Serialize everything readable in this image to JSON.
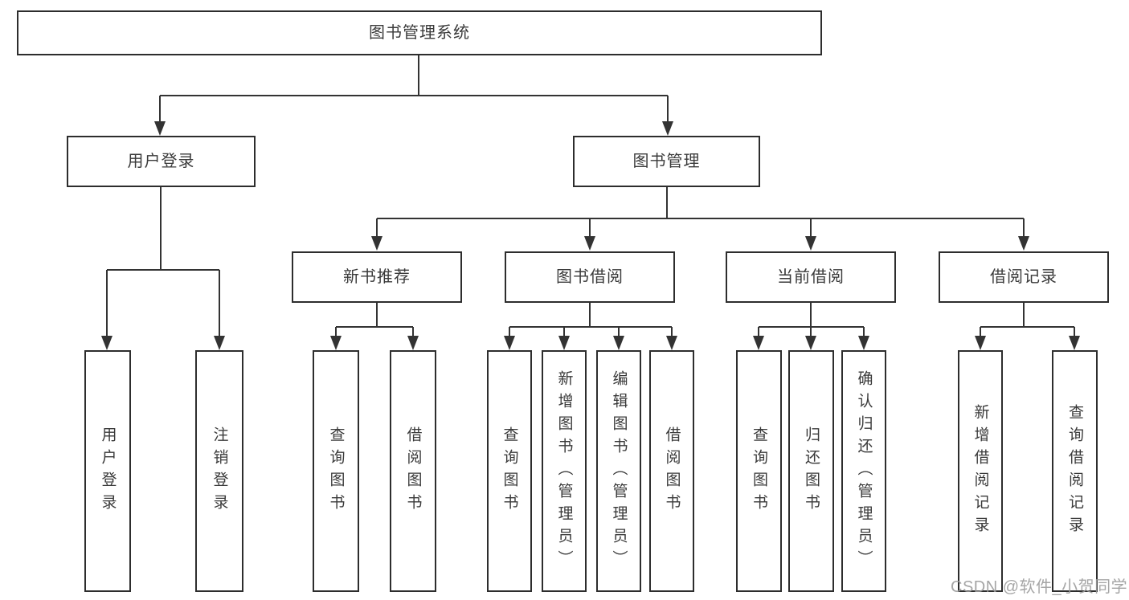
{
  "diagram": {
    "root": {
      "label": "图书管理系统"
    },
    "level2": [
      {
        "id": "user-login",
        "label": "用户登录"
      },
      {
        "id": "book-management",
        "label": "图书管理"
      }
    ],
    "level3": [
      {
        "id": "new-book-recommend",
        "parent": "book-management",
        "label": "新书推荐"
      },
      {
        "id": "book-borrow",
        "parent": "book-management",
        "label": "图书借阅"
      },
      {
        "id": "current-borrow",
        "parent": "book-management",
        "label": "当前借阅"
      },
      {
        "id": "borrow-records",
        "parent": "book-management",
        "label": "借阅记录"
      }
    ],
    "level4": [
      {
        "parent": "user-login",
        "label": "用户登录"
      },
      {
        "parent": "user-login",
        "label": "注销登录"
      },
      {
        "parent": "new-book-recommend",
        "label": "查询图书"
      },
      {
        "parent": "new-book-recommend",
        "label": "借阅图书"
      },
      {
        "parent": "book-borrow",
        "label": "查询图书"
      },
      {
        "parent": "book-borrow",
        "label": "新增图书（管理员）"
      },
      {
        "parent": "book-borrow",
        "label": "编辑图书（管理员）"
      },
      {
        "parent": "book-borrow",
        "label": "借阅图书"
      },
      {
        "parent": "current-borrow",
        "label": "查询图书"
      },
      {
        "parent": "current-borrow",
        "label": "归还图书"
      },
      {
        "parent": "current-borrow",
        "label": "确认归还（管理员）"
      },
      {
        "parent": "borrow-records",
        "label": "新增借阅记录"
      },
      {
        "parent": "borrow-records",
        "label": "查询借阅记录"
      }
    ],
    "watermark": "CSDN @软件_小贺同学",
    "colors": {
      "line": "#333333",
      "box_border": "#2d2d2d",
      "text": "#3a3a3a",
      "watermark": "#9b9b9b",
      "background": "#ffffff"
    }
  }
}
